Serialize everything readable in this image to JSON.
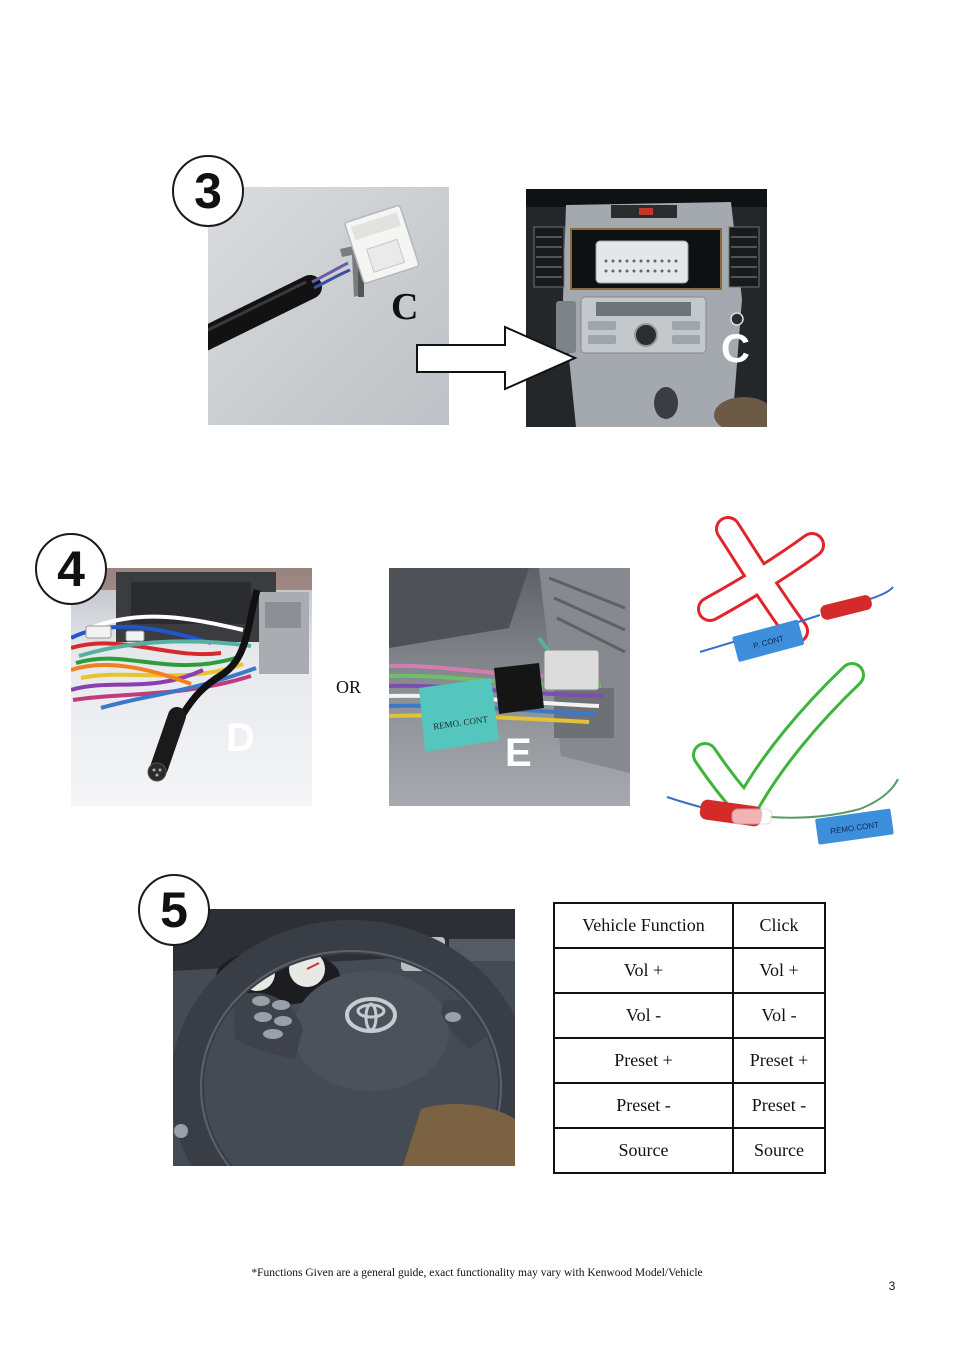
{
  "step3": {
    "number": "3",
    "cable_label": "C",
    "dash_label": "C"
  },
  "step4": {
    "number": "4",
    "photo_d_label": "D",
    "or_text": "OR",
    "photo_e_label": "E",
    "photo_e_tag": "REMO. CONT",
    "wrong_tag": "P. CONT",
    "right_tag": "REMO.CONT",
    "wrong_icon": "cross-mark-icon",
    "right_icon": "check-mark-icon"
  },
  "step5": {
    "number": "5",
    "table": {
      "headers": [
        "Vehicle Function",
        "Click"
      ],
      "rows": [
        [
          "Vol +",
          "Vol +"
        ],
        [
          "Vol -",
          "Vol -"
        ],
        [
          "Preset +",
          "Preset +"
        ],
        [
          "Preset -",
          "Preset -"
        ],
        [
          "Source",
          "Source"
        ]
      ]
    }
  },
  "footer": {
    "note": "*Functions Given are a general guide, exact functionality may vary with Kenwood Model/Vehicle",
    "page_number": "3"
  },
  "colors": {
    "wrong_mark": "#e0262b",
    "right_mark": "#3db43a",
    "tag_blue": "#3d8fdb",
    "tag_cyan": "#55c6bd"
  }
}
